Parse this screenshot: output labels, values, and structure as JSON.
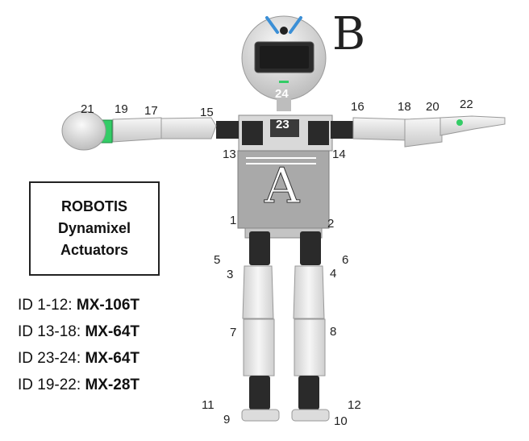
{
  "letters": {
    "head": "B",
    "torso": "A"
  },
  "title_box": {
    "line1": "ROBOTIS",
    "line2": "Dynamixel",
    "line3": "Actuators"
  },
  "legend": [
    {
      "ids": "ID 1-12: ",
      "model": "MX-106T"
    },
    {
      "ids": "ID 13-18: ",
      "model": "MX-64T"
    },
    {
      "ids": "ID 23-24: ",
      "model": "MX-64T"
    },
    {
      "ids": "ID 19-22: ",
      "model": "MX-28T"
    }
  ],
  "servo_ids": {
    "id1": "1",
    "id2": "2",
    "id3": "3",
    "id4": "4",
    "id5": "5",
    "id6": "6",
    "id7": "7",
    "id8": "8",
    "id9": "9",
    "id10": "10",
    "id11": "11",
    "id12": "12",
    "id13": "13",
    "id14": "14",
    "id15": "15",
    "id16": "16",
    "id17": "17",
    "id18": "18",
    "id19": "19",
    "id20": "20",
    "id21": "21",
    "id22": "22",
    "id23": "23",
    "id24": "24"
  },
  "colors": {
    "shell": "#e9e9e9",
    "shell_shadow": "#c6c6c6",
    "servo": "#2a2a2a",
    "accent_green": "#33cc66",
    "eye_blue": "#3b8fd6",
    "torso": "#a9a9a9"
  }
}
